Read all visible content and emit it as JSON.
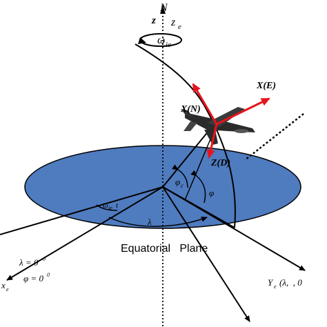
{
  "labels": {
    "north": "N",
    "z": "z",
    "z_e": "z",
    "z_e_sub": "e",
    "omega_ie": "ω",
    "omega_ie_sub": "ie",
    "x_n": "X(N)",
    "x_e": "X(E)",
    "z_d": "Z(D)",
    "phi_c": "φ",
    "phi_c_sub": "c",
    "phi": "φ",
    "omega_ie_t": "ω",
    "omega_ie_t_sub": "ie",
    "omega_ie_t_t": "t",
    "lambda": "λ",
    "equatorial_plane": "Equatorial   Plane",
    "lambda_zero": "λ = 0",
    "lambda_zero_sup": "0",
    "phi_zero": "φ = 0",
    "phi_zero_sup": "0",
    "x_e_axis": "x",
    "x_e_axis_sub": "e",
    "y_e_axis": "Y",
    "y_e_axis_sub": "e",
    "y_e_coords": "(λ,  , 0"
  },
  "colors": {
    "plane_fill": "#4f7bbf",
    "plane_stroke": "#000000",
    "nav_axes": "#e8141b",
    "lines": "#000000"
  }
}
